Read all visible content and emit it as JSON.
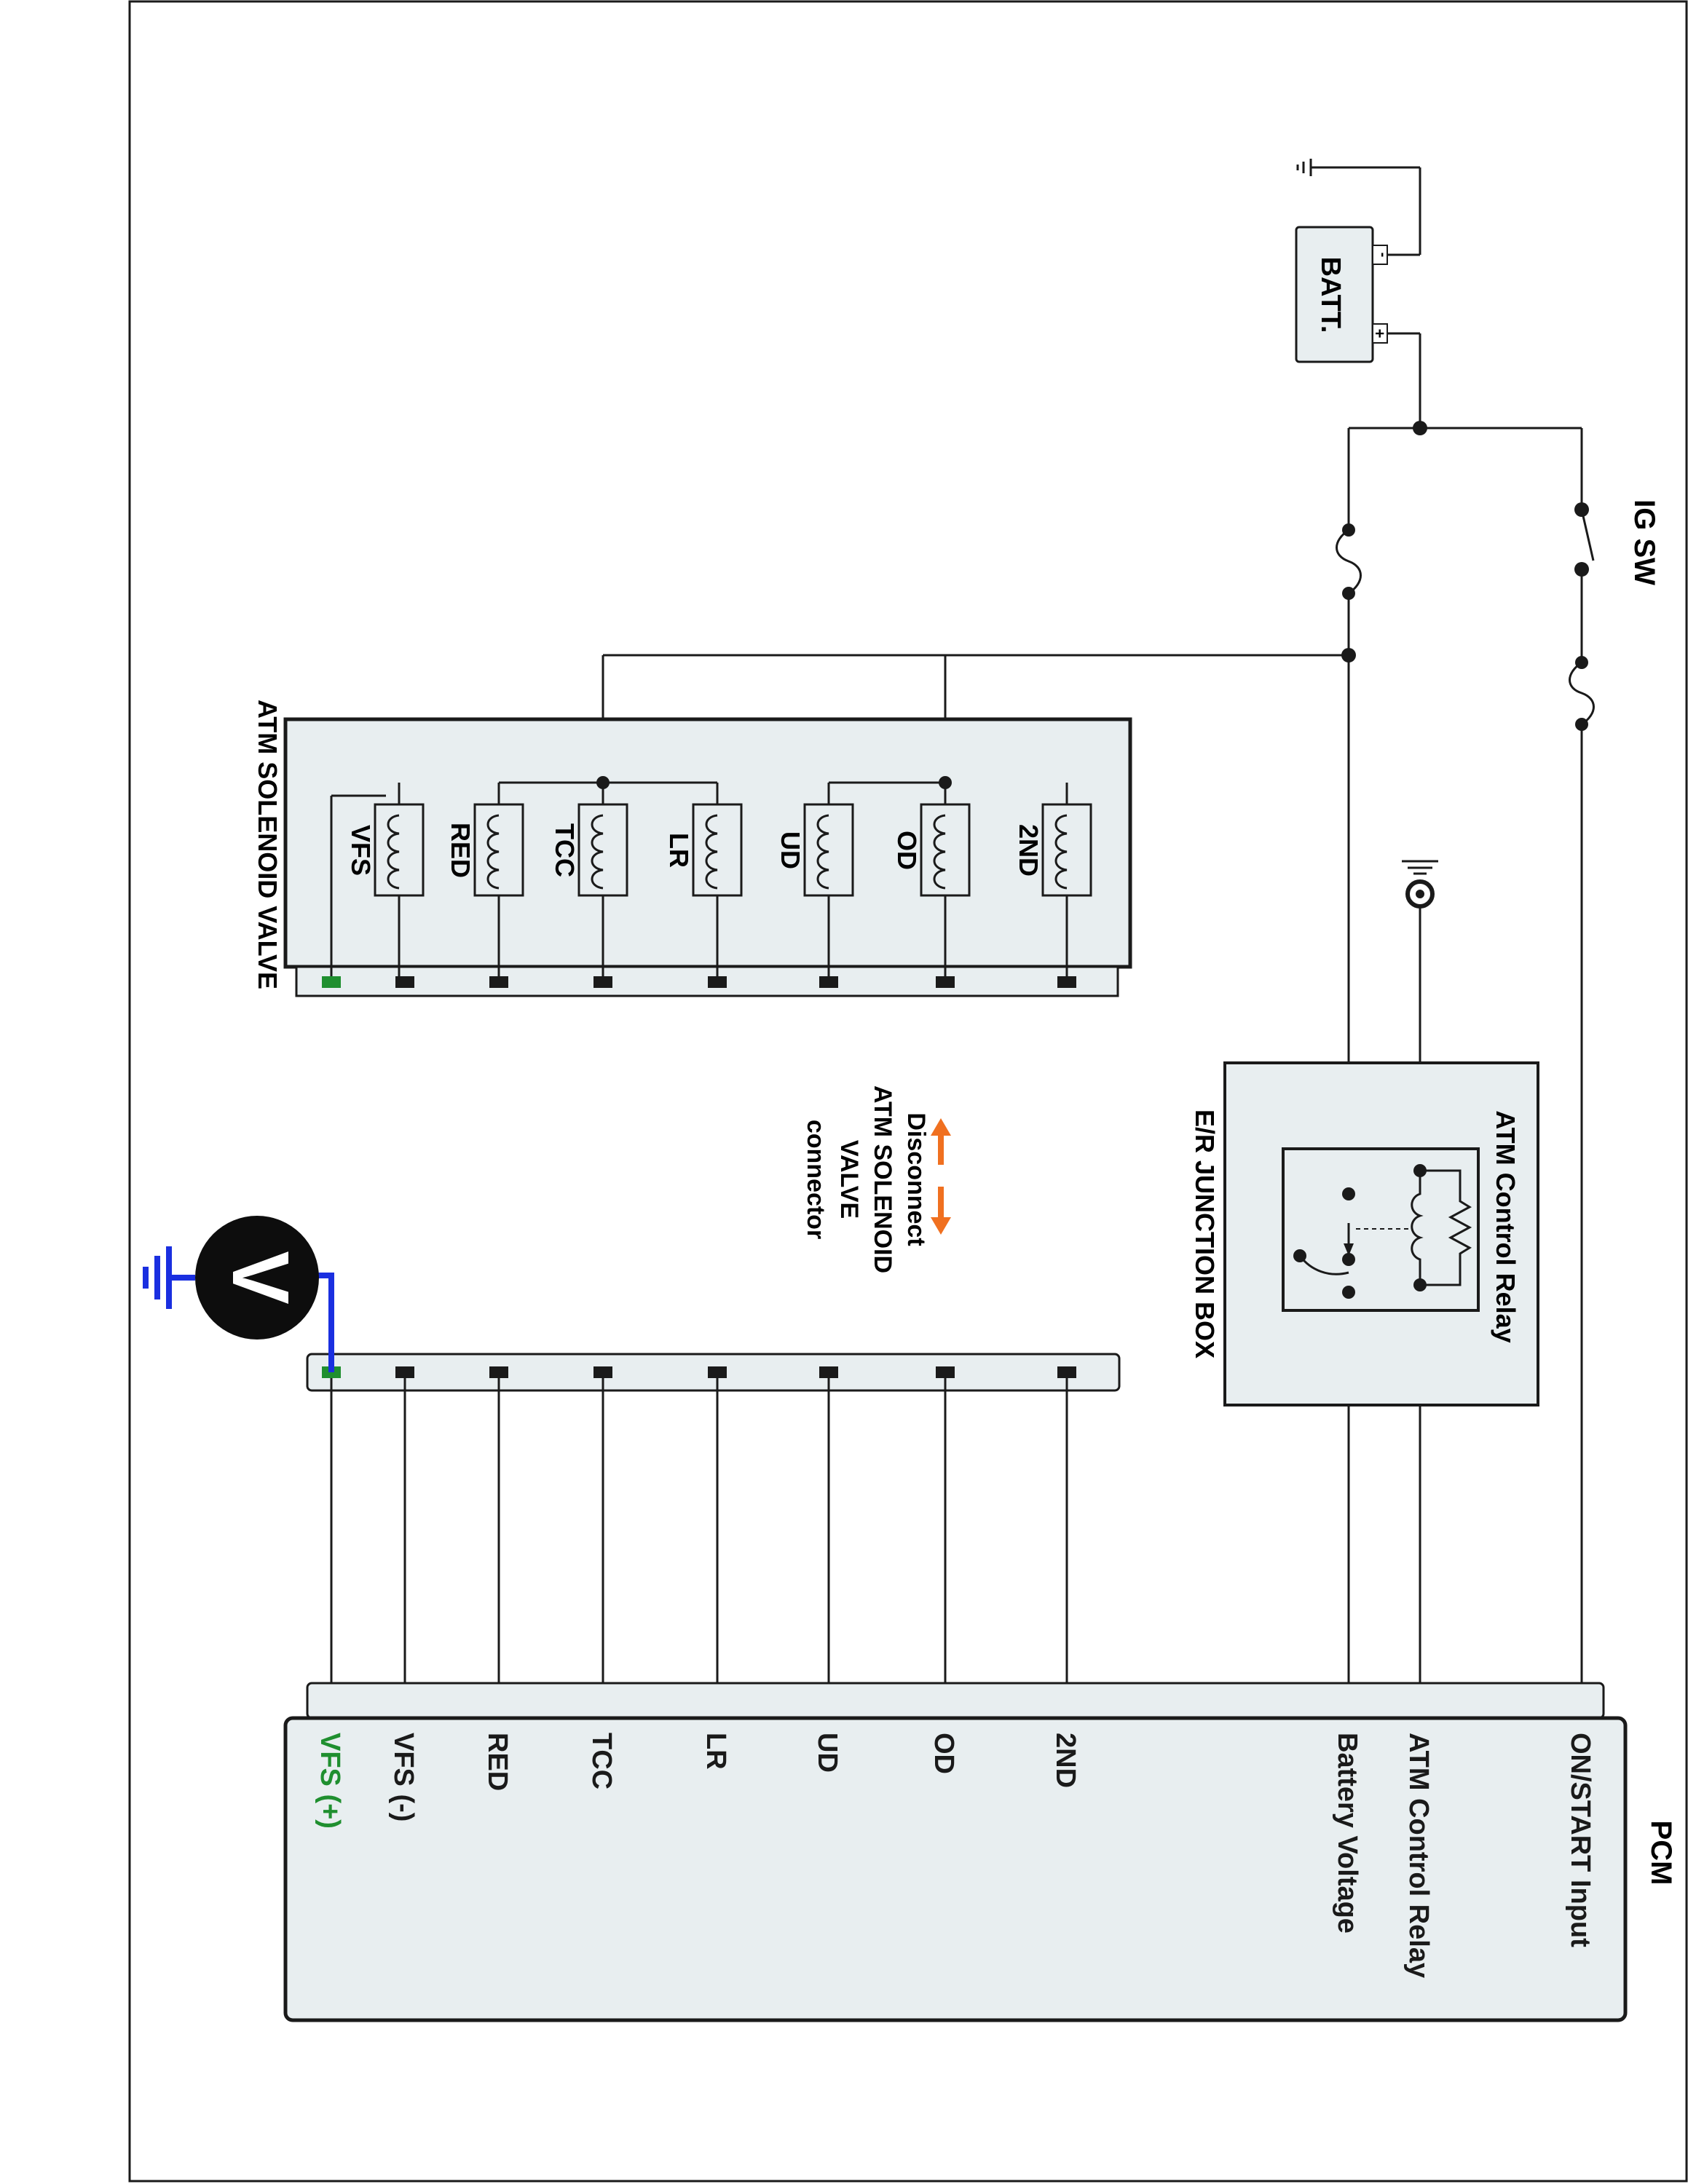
{
  "labels": {
    "ig_sw": "IG SW",
    "batt": "BATT.",
    "batt_minus": "-",
    "batt_plus": "+",
    "relay": "ATM Control Relay",
    "junction_box": "E/R JUNCTION BOX",
    "solenoid_valve": "ATM SOLENOID VALVE",
    "disconnect": [
      "Disconnect",
      "ATM SOLENOID",
      "VALVE",
      "connector"
    ],
    "pcm": "PCM",
    "voltmeter": "V"
  },
  "solenoids": [
    "2ND",
    "OD",
    "UD",
    "LR",
    "TCC",
    "RED",
    "VFS"
  ],
  "pcm_pins": [
    "ON/START Input",
    "ATM Control Relay",
    "Battery Voltage",
    "2ND",
    "OD",
    "UD",
    "LR",
    "TCC",
    "RED",
    "VFS (-)",
    "VFS (+)"
  ],
  "colors": {
    "line": "#1a1a1a",
    "box_fill": "#e8eef0",
    "highlight_pin": "#1f8f2f",
    "meter_wire": "#1a2fe0",
    "arrow": "#f07020"
  }
}
